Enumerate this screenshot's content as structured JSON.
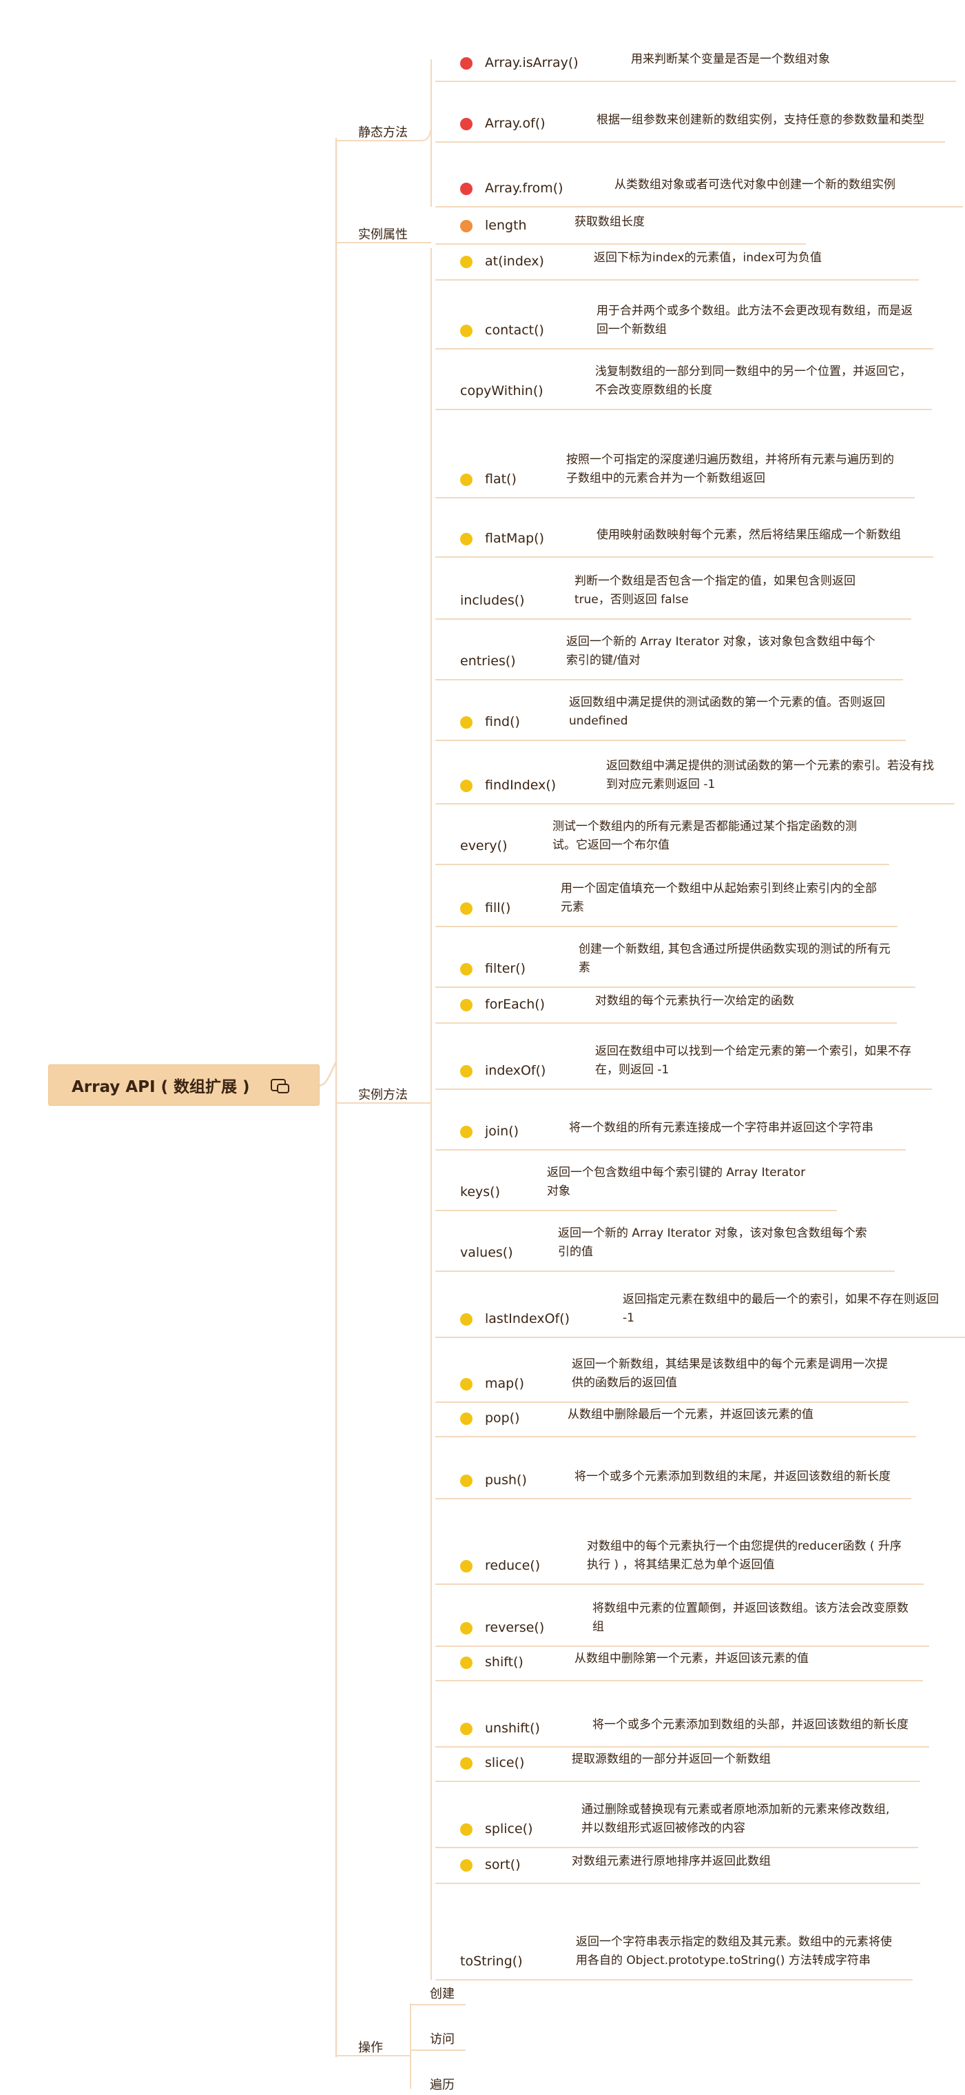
{
  "root": {
    "title": "Array API ( 数组扩展 )"
  },
  "categories": {
    "static": "静态方法",
    "props": "实例属性",
    "methods": "实例方法",
    "ops": "操作"
  },
  "colors": {
    "static": "#e8413e",
    "props": "#f08f3c",
    "method": "#f2c314",
    "line": "#f3d9bd"
  },
  "static_items": [
    {
      "name": "Array.isArray()",
      "desc": "用来判断某个变量是否是一个数组对象"
    },
    {
      "name": "Array.of()",
      "desc": "根据一组参数来创建新的数组实例，支持任意的参数数量和类型"
    },
    {
      "name": "Array.from()",
      "desc": "从类数组对象或者可迭代对象中创建一个新的数组实例"
    }
  ],
  "prop_items": [
    {
      "name": "length",
      "desc": "获取数组长度"
    }
  ],
  "method_items": [
    {
      "name": "at(index)",
      "desc": "返回下标为index的元素值，index可为负值",
      "dot": true
    },
    {
      "name": "contact()",
      "desc": "用于合并两个或多个数组。此方法不会更改现有数组，而是返回一个新数组",
      "dot": true
    },
    {
      "name": "copyWithin()",
      "desc": "浅复制数组的一部分到同一数组中的另一个位置，并返回它，不会改变原数组的长度",
      "dot": false
    },
    {
      "name": "flat()",
      "desc": "按照一个可指定的深度递归遍历数组，并将所有元素与遍历到的子数组中的元素合并为一个新数组返回",
      "dot": true
    },
    {
      "name": "flatMap()",
      "desc": "使用映射函数映射每个元素，然后将结果压缩成一个新数组",
      "dot": true
    },
    {
      "name": "includes()",
      "desc": "判断一个数组是否包含一个指定的值，如果包含则返回 true，否则返回 false",
      "dot": false
    },
    {
      "name": "entries()",
      "desc": "返回一个新的 Array Iterator 对象，该对象包含数组中每个索引的键/值对",
      "dot": false
    },
    {
      "name": "find()",
      "desc": "返回数组中满足提供的测试函数的第一个元素的值。否则返回 undefined",
      "dot": true
    },
    {
      "name": "findIndex()",
      "desc": "返回数组中满足提供的测试函数的第一个元素的索引。若没有找到对应元素则返回 -1",
      "dot": true
    },
    {
      "name": "every()",
      "desc": "测试一个数组内的所有元素是否都能通过某个指定函数的测试。它返回一个布尔值",
      "dot": false
    },
    {
      "name": "fill()",
      "desc": "用一个固定值填充一个数组中从起始索引到终止索引内的全部元素",
      "dot": true
    },
    {
      "name": "filter()",
      "desc": "创建一个新数组, 其包含通过所提供函数实现的测试的所有元素",
      "dot": true
    },
    {
      "name": "forEach()",
      "desc": "对数组的每个元素执行一次给定的函数",
      "dot": true
    },
    {
      "name": "indexOf()",
      "desc": "返回在数组中可以找到一个给定元素的第一个索引，如果不存在，则返回 -1",
      "dot": true
    },
    {
      "name": "join()",
      "desc": "将一个数组的所有元素连接成一个字符串并返回这个字符串",
      "dot": true
    },
    {
      "name": "keys()",
      "desc": "返回一个包含数组中每个索引键的 Array Iterator 对象",
      "dot": false
    },
    {
      "name": "values()",
      "desc": "返回一个新的 Array Iterator 对象，该对象包含数组每个索引的值",
      "dot": false
    },
    {
      "name": "lastIndexOf()",
      "desc": "返回指定元素在数组中的最后一个的索引，如果不存在则返回 -1",
      "dot": true
    },
    {
      "name": "map()",
      "desc": "返回一个新数组，其结果是该数组中的每个元素是调用一次提供的函数后的返回值",
      "dot": true
    },
    {
      "name": "pop()",
      "desc": "从数组中删除最后一个元素，并返回该元素的值",
      "dot": true
    },
    {
      "name": "push()",
      "desc": "将一个或多个元素添加到数组的末尾，并返回该数组的新长度",
      "dot": true
    },
    {
      "name": "reduce()",
      "desc": "对数组中的每个元素执行一个由您提供的reducer函数 ( 升序执行 ) ，将其结果汇总为单个返回值",
      "dot": true
    },
    {
      "name": "reverse()",
      "desc": "将数组中元素的位置颠倒，并返回该数组。该方法会改变原数组",
      "dot": true
    },
    {
      "name": "shift()",
      "desc": "从数组中删除第一个元素，并返回该元素的值",
      "dot": true
    },
    {
      "name": "unshift()",
      "desc": "将一个或多个元素添加到数组的头部，并返回该数组的新长度",
      "dot": true
    },
    {
      "name": "slice()",
      "desc": "提取源数组的一部分并返回一个新数组",
      "dot": true
    },
    {
      "name": "splice()",
      "desc": "通过删除或替换现有元素或者原地添加新的元素来修改数组,并以数组形式返回被修改的内容",
      "dot": true
    },
    {
      "name": "sort()",
      "desc": "对数组元素进行原地排序并返回此数组",
      "dot": true
    },
    {
      "name": "toString()",
      "desc": "返回一个字符串表示指定的数组及其元素。数组中的元素将使用各自的 Object.prototype.toString() 方法转成字符串",
      "dot": false
    }
  ],
  "op_items": [
    "创建",
    "访问",
    "遍历"
  ]
}
